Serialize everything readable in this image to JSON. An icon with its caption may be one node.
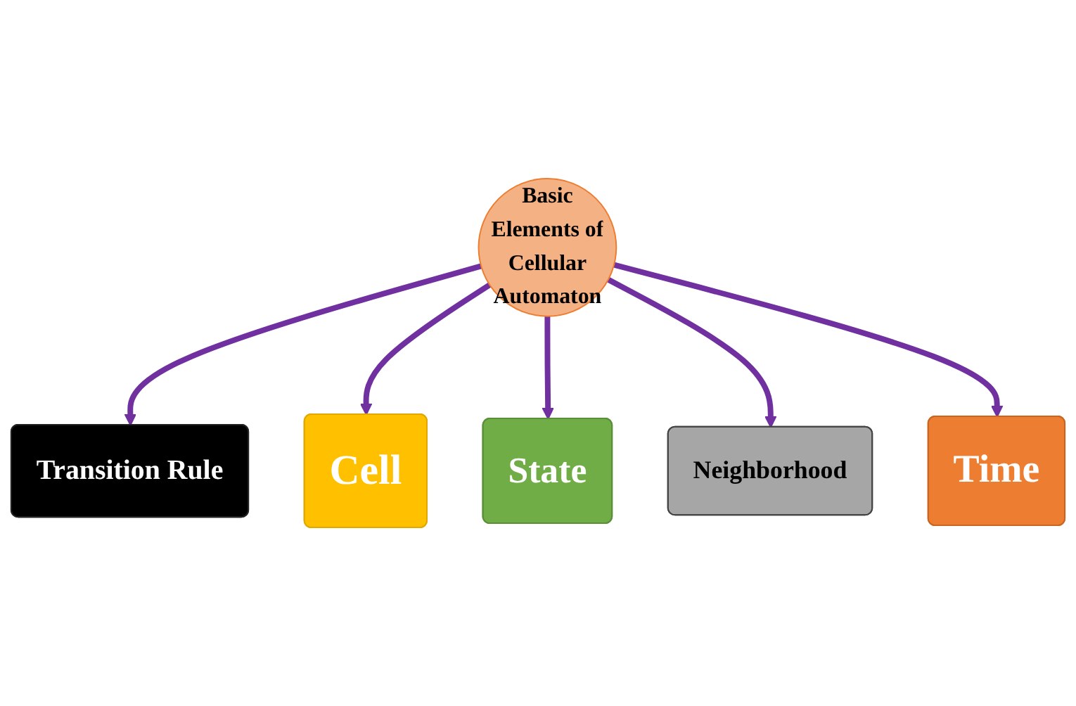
{
  "diagram": {
    "nodes": [
      {
        "text": [
          "Transition Rule"
        ]
      },
      {
        "text": [
          "Cell"
        ]
      },
      {
        "text": [
          "State"
        ]
      },
      {
        "text": [
          "Basic Elements of Cellular Automaton"
        ]
      },
      {
        "text": [
          "Neighborhood"
        ]
      },
      {
        "text": [
          "Time"
        ]
      }
    ],
    "edges": [
      {
        "from": 3,
        "to": 0,
        "arrow": "to"
      },
      {
        "from": 3,
        "to": 1,
        "arrow": "to"
      },
      {
        "from": 3,
        "to": 2,
        "arrow": "to"
      },
      {
        "from": 3,
        "to": 4,
        "arrow": "to"
      },
      {
        "from": 3,
        "to": 5,
        "arrow": "to"
      }
    ]
  }
}
